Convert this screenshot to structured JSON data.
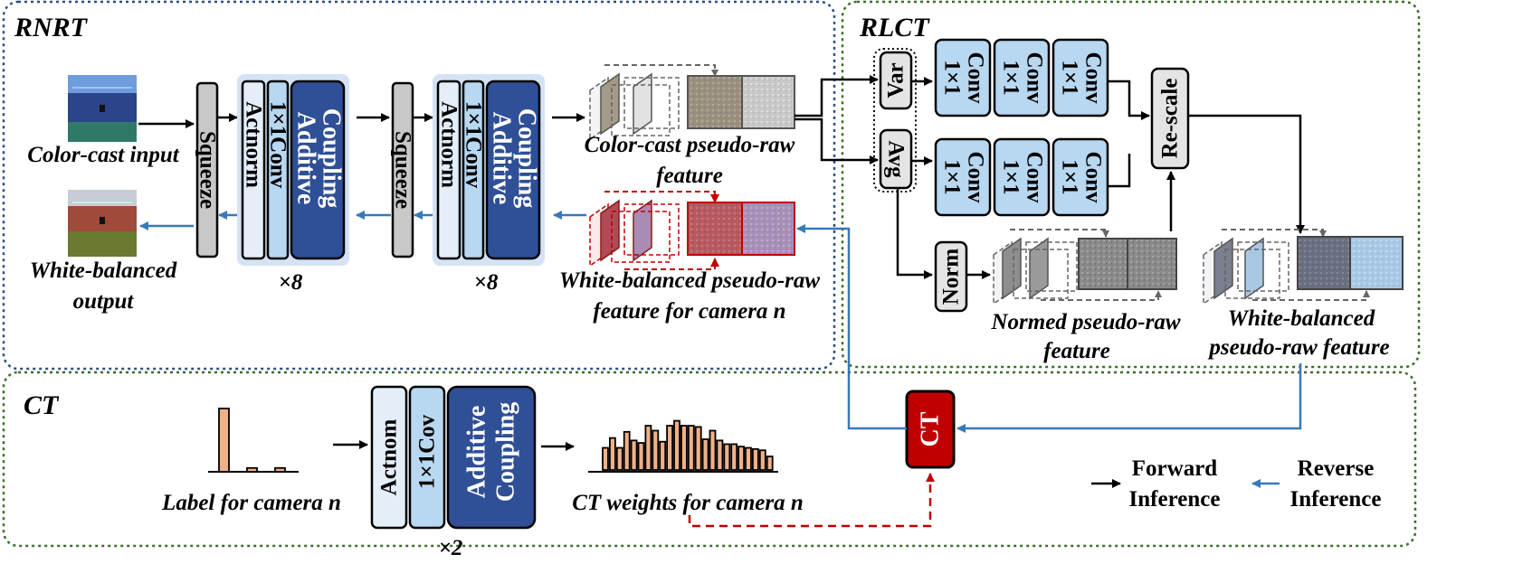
{
  "colors": {
    "forward": "#000000",
    "reverse": "#3a78b8",
    "ct_red": "#c00000",
    "module_dark": "#2f4f96",
    "module_light": "#b8d7f0",
    "module_bg": "#d4e2f3",
    "squeeze_gray": "#c8c8c8",
    "bar_fill": "#f0b088",
    "rnrt_border": "#2f4f7f",
    "green_border": "#3a6e2a"
  },
  "sections": {
    "rnrt": "RNRT",
    "rlct": "RLCT",
    "ct": "CT"
  },
  "rnrt": {
    "input_caption": "Color-cast input",
    "output_caption_line1": "White-balanced",
    "output_caption_line2": "output",
    "squeeze_1": "Squeeze",
    "squeeze_2": "Squeeze",
    "flow_1": {
      "actnorm": "Actnorm",
      "conv": "1×1Conv",
      "coupling_1": "Additive",
      "coupling_2": "Coupling",
      "repeat": "×8"
    },
    "flow_2": {
      "actnorm": "Actnorm",
      "conv": "1×1Conv",
      "coupling_1": "Additive",
      "coupling_2": "Coupling",
      "repeat": "×8"
    },
    "colorcast_feature_line1": "Color-cast pseudo-raw",
    "colorcast_feature_line2": "feature",
    "wb_feature_line1": "White-balanced pseudo-raw",
    "wb_feature_line2": "feature for camera n"
  },
  "rlct": {
    "var": "Var",
    "avg": "Avg",
    "norm": "Norm",
    "conv_label_1": "1×1",
    "conv_label_2": "Conv",
    "rescale": "Re-scale",
    "normed_caption_line1": "Normed pseudo-raw",
    "normed_caption_line2": "feature",
    "wb_caption_line1": "White-balanced",
    "wb_caption_line2": "pseudo-raw feature"
  },
  "ct_section": {
    "label_caption": "Label for camera n",
    "actnorm": "Actnom",
    "conv": "1×1Cov",
    "coupling_1": "Additive",
    "coupling_2": "Coupling",
    "repeat": "×2",
    "weights_caption": "CT weights for camera n",
    "ct_block": "CT"
  },
  "legend": {
    "forward_1": "Forward",
    "forward_2": "Inference",
    "reverse_1": "Reverse",
    "reverse_2": "Inference"
  },
  "label_histogram": {
    "values": [
      1.0,
      0.06,
      0.06
    ]
  },
  "ct_weights_histogram": {
    "values": [
      0.36,
      0.52,
      0.36,
      0.62,
      0.48,
      0.44,
      0.72,
      0.64,
      0.46,
      0.72,
      0.8,
      0.72,
      0.72,
      0.7,
      0.5,
      0.64,
      0.48,
      0.42,
      0.42,
      0.38,
      0.36,
      0.34,
      0.32,
      0.22
    ]
  }
}
